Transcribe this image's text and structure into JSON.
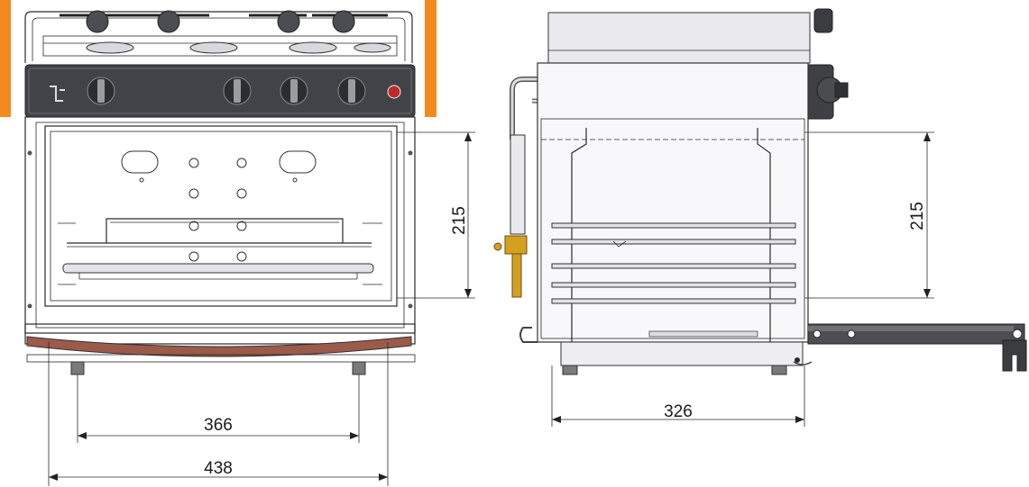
{
  "colors": {
    "accent_orange": "#f28a1e",
    "control_panel": "#404448",
    "door_handle": "#9b5a4a",
    "ignition_red": "#c0282a",
    "brass": "#d4a020"
  },
  "dimensions": {
    "front_height": "215",
    "side_height": "215",
    "feet_spacing": "366",
    "overall_width": "438",
    "depth": "326"
  }
}
